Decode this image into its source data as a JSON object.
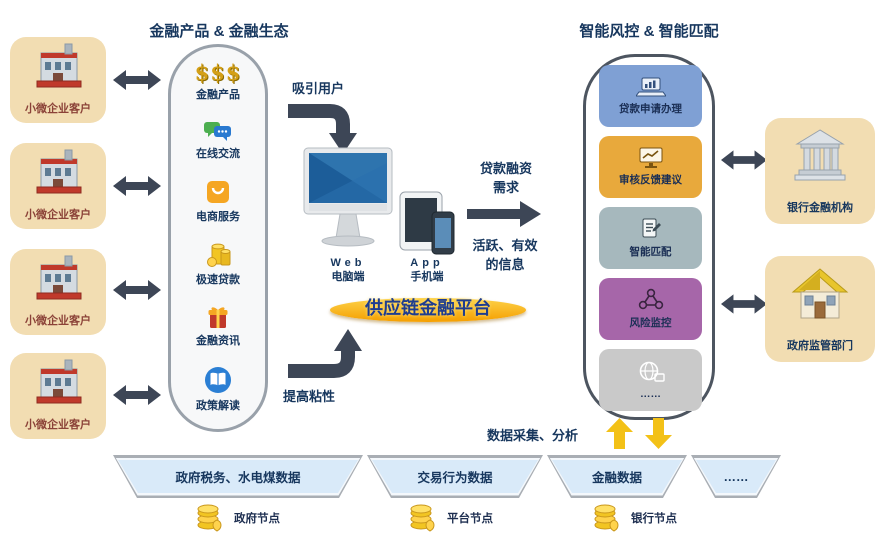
{
  "titles": {
    "ecosystem": "金融产品 & 金融生态",
    "risk": "智能风控 & 智能匹配"
  },
  "platform": {
    "label": "供应链金融平台"
  },
  "customers": {
    "label": "小微企业客户",
    "count": 4
  },
  "ecosystem_items": [
    {
      "icon": "dollar-icon",
      "icon_text": "$$$",
      "label": "金融产品"
    },
    {
      "icon": "chat-icon",
      "label": "在线交流"
    },
    {
      "icon": "shopping-bag-icon",
      "label": "电商服务"
    },
    {
      "icon": "coins-icon",
      "label": "极速贷款"
    },
    {
      "icon": "gift-icon",
      "label": "金融资讯"
    },
    {
      "icon": "book-icon",
      "label": "政策解读"
    }
  ],
  "devices": {
    "web_top": "Web",
    "web_bottom": "电脑端",
    "app_top": "App",
    "app_bottom": "手机端"
  },
  "flows": {
    "attract": "吸引用户",
    "stickiness": "提高粘性",
    "demand_l1": "贷款融资",
    "demand_l2": "需求",
    "info_l1": "活跃、有效",
    "info_l2": "的信息"
  },
  "risk_items": [
    {
      "icon": "laptop-icon",
      "label": "贷款申请办理",
      "color": "#7fa0d4"
    },
    {
      "icon": "monitor-chart-icon",
      "label": "审核反馈建议",
      "color": "#e8a93c"
    },
    {
      "icon": "document-edit-icon",
      "label": "智能匹配",
      "color": "#a6b8bd"
    },
    {
      "icon": "network-icon",
      "label": "风险监控",
      "color": "#a666a9"
    },
    {
      "icon": "globe-icon",
      "label": "……",
      "color": "#c9c9c9"
    }
  ],
  "partners": [
    {
      "icon": "bank-icon",
      "label": "银行金融机构"
    },
    {
      "icon": "government-icon",
      "label": "政府监管部门"
    }
  ],
  "data_layer": {
    "caption": "数据采集、分析",
    "sources": [
      {
        "label": "政府税务、水电煤数据"
      },
      {
        "label": "交易行为数据"
      },
      {
        "label": "金融数据"
      },
      {
        "label": "……"
      }
    ],
    "nodes": [
      {
        "icon": "coin-stack-icon",
        "label": "政府节点"
      },
      {
        "icon": "coin-stack-icon",
        "label": "平台节点"
      },
      {
        "icon": "coin-stack-icon",
        "label": "银行节点"
      }
    ]
  },
  "colors": {
    "navy_text": "#17375e",
    "customer_box": "#f2ddb2",
    "customer_label": "#8b4238",
    "dark_arrow": "#3d4656",
    "platform_gold": "#f59f00",
    "trapezoid_fill": "#d9eaf9",
    "yellow_arrow": "#f3c117"
  }
}
